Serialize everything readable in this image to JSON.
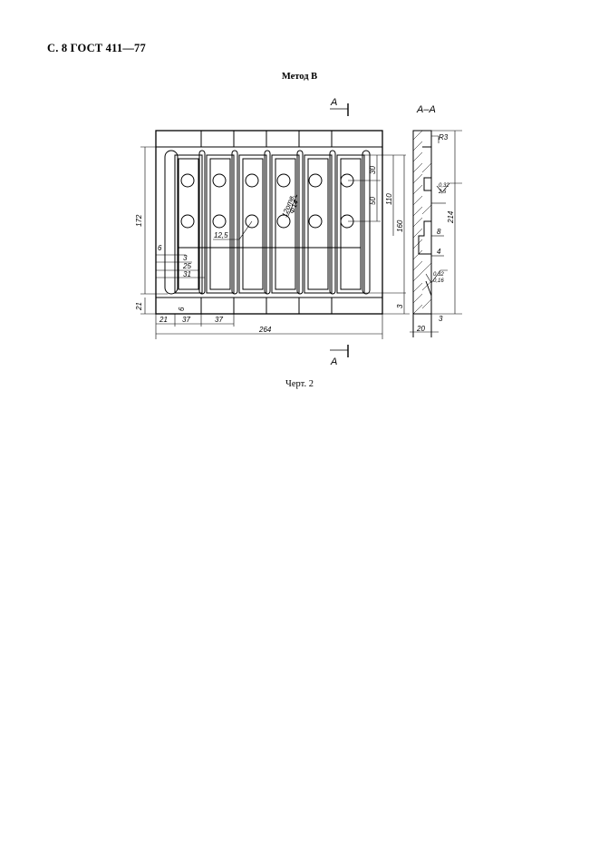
{
  "page": {
    "header": "С. 8 ГОСТ 411—77",
    "method_title": "Метод В",
    "figure_caption": "Черт. 2"
  },
  "drawing": {
    "section_mark": "А",
    "section_title": "А–А",
    "dims": {
      "d_172": "172",
      "d_21_left": "21",
      "d_6_top": "6",
      "d_3": "3",
      "d_25": "25",
      "d_31": "31",
      "d_6_bottom": "6",
      "d_21_bottom": "21",
      "d_37a": "37",
      "d_37b": "37",
      "d_264": "264",
      "d_12_5": "12,5",
      "holes_note": "12отв.",
      "holes_dia": "Ф14",
      "d_30": "30",
      "d_50": "50",
      "d_110": "110",
      "d_160": "160",
      "d_3_right": "3",
      "r3": "R3",
      "rough1_a": "0,32",
      "rough1_b": "2,5",
      "d_214": "214",
      "d_8": "8",
      "d_4": "4",
      "rough2_a": "0,32",
      "rough2_b": "0,16",
      "d_20": "20",
      "d_3_section": "3"
    }
  }
}
